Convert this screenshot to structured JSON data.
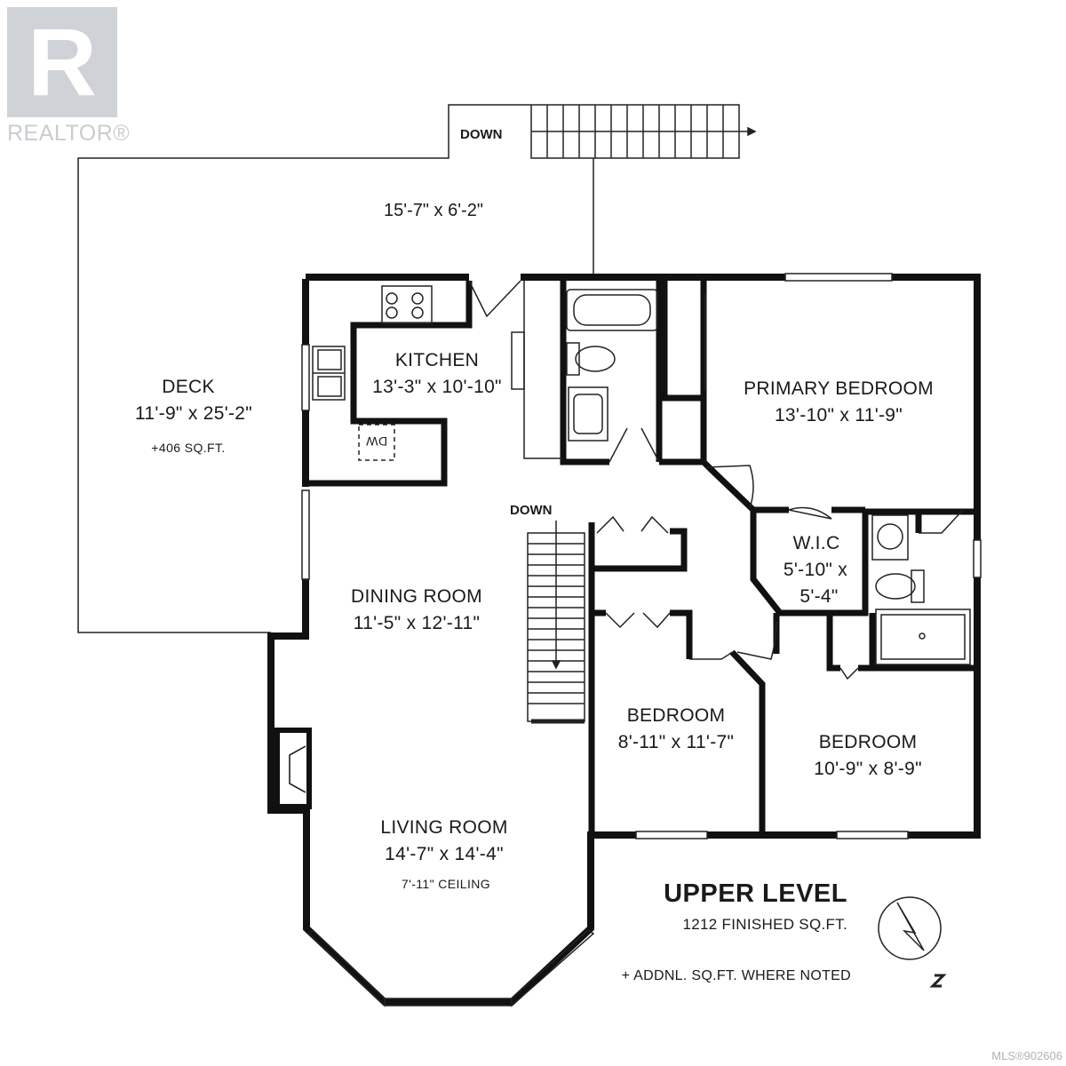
{
  "branding": {
    "logo_letter": "R",
    "logo_text": "REALTOR®"
  },
  "rooms": {
    "deck": {
      "name": "DECK",
      "dims": "11'-9\" x 25'-2\"",
      "note": "+406 SQ.FT."
    },
    "top_deck": {
      "dims": "15'-7\" x 6'-2\""
    },
    "kitchen": {
      "name": "KITCHEN",
      "dims": "13'-3\" x 10'-10\""
    },
    "primary_bedroom": {
      "name": "PRIMARY BEDROOM",
      "dims": "13'-10\" x 11'-9\""
    },
    "wic": {
      "name": "W.I.C",
      "dims_a": "5'-10\" x",
      "dims_b": "5'-4\""
    },
    "dining_room": {
      "name": "DINING ROOM",
      "dims": "11'-5\" x 12'-11\""
    },
    "bedroom_2": {
      "name": "BEDROOM",
      "dims": "8'-11\" x 11'-7\""
    },
    "bedroom_3": {
      "name": "BEDROOM",
      "dims": "10'-9\" x 8'-9\""
    },
    "living_room": {
      "name": "LIVING ROOM",
      "dims": "14'-7\" x 14'-4\"",
      "note": "7'-11\" CEILING"
    }
  },
  "stairs": {
    "exterior_label": "DOWN",
    "interior_label": "DOWN"
  },
  "fixtures": {
    "dishwasher": "DW"
  },
  "legend": {
    "title": "UPPER LEVEL",
    "finished": "1212 FINISHED SQ.FT.",
    "additional": "+ ADDNL. SQ.FT. WHERE NOTED"
  },
  "mls": "MLS®902606",
  "colors": {
    "wall": "#111111",
    "thin_line": "#222222",
    "logo": "#cfd2d6"
  }
}
